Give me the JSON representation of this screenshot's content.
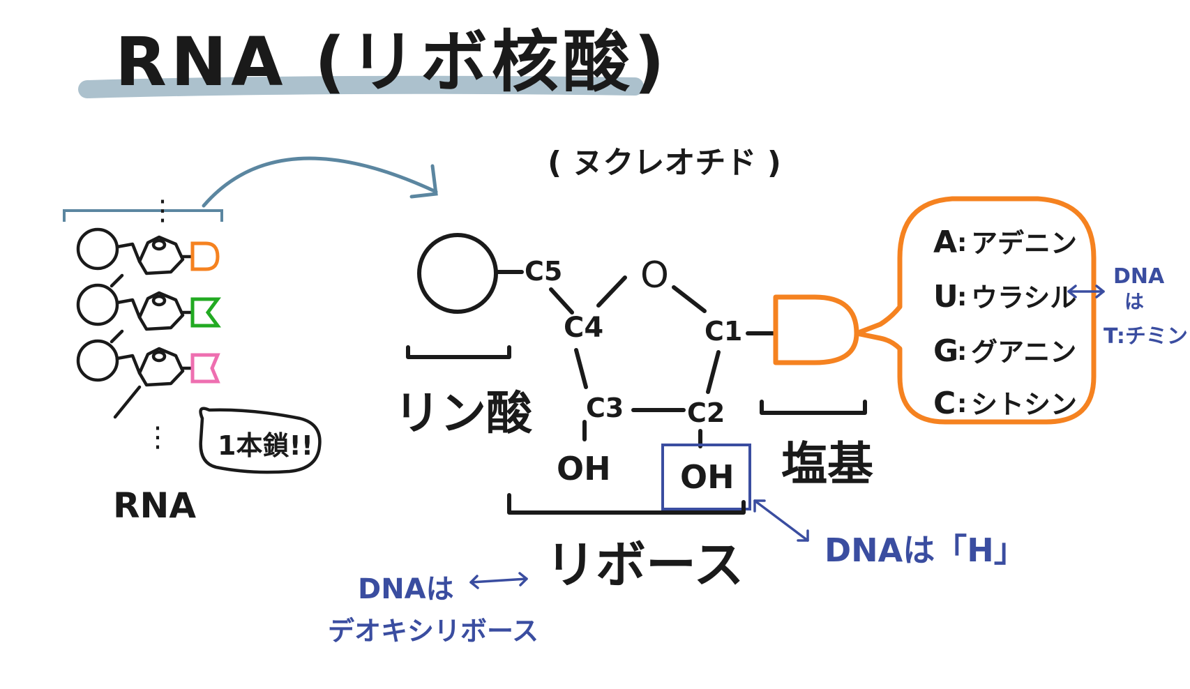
{
  "title": "RNA (リボ核酸)",
  "nucleotide_label": "( ヌクレオチド )",
  "strand": {
    "label": "RNA",
    "callout": "1本鎖!!",
    "dots_top": "⋮",
    "dots_bottom": "⋮"
  },
  "structure": {
    "carbons": {
      "c5": "C5",
      "c4": "C4",
      "c3": "C3",
      "c2": "C2",
      "c1": "C1",
      "o": "O"
    },
    "oh_c3": "OH",
    "oh_c2": "OH",
    "phosphate_label": "リン酸",
    "ribose_label": "リボース",
    "base_label": "塩基"
  },
  "bases": [
    {
      "letter": "A",
      "name": "アデニン"
    },
    {
      "letter": "U",
      "name": "ウラシル"
    },
    {
      "letter": "G",
      "name": "グアニン"
    },
    {
      "letter": "C",
      "name": "シトシン"
    }
  ],
  "notes": {
    "thymine_line1": "DNA",
    "thymine_line2": "は",
    "thymine_line3": "T:チミン",
    "h_note": "DNAは「H」",
    "deoxy_line1": "DNAは",
    "deoxy_line2": "デオキシリボース"
  },
  "colors": {
    "ink": "#1a1a1a",
    "base_orange": "#f58220",
    "base_green": "#22aa22",
    "base_pink": "#ee6fb0",
    "note_blue": "#3a4da0",
    "title_underline": "#9db6c4",
    "arrow_teal": "#5b86a0"
  }
}
